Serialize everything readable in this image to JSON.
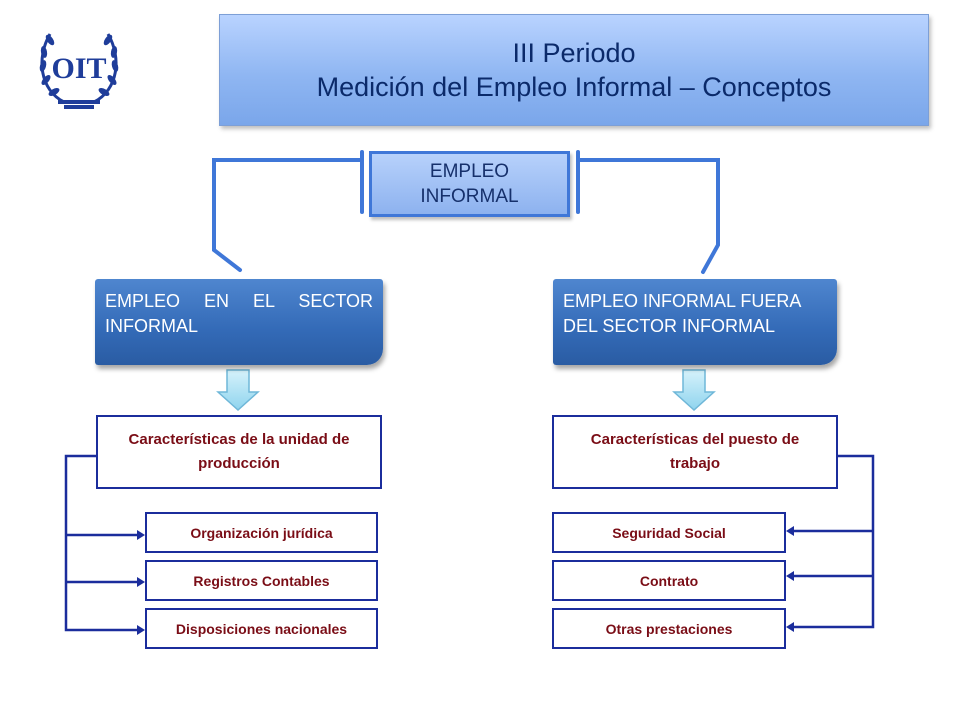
{
  "logo": {
    "text": "OIT",
    "icon": "oit-wreath-logo-icon"
  },
  "header": {
    "title_line1": "III Periodo",
    "title_line2": "Medición del Empleo Informal – Conceptos"
  },
  "top_node": {
    "line1": "EMPLEO",
    "line2": "INFORMAL"
  },
  "left_branch": {
    "label_line1": "EMPLEO EN EL SECTOR",
    "label_line2": "INFORMAL",
    "criteria": "Características de la unidad de producción",
    "items": [
      "Organización jurídica",
      "Registros Contables",
      "Disposiciones nacionales"
    ]
  },
  "right_branch": {
    "label_line1": "EMPLEO INFORMAL FUERA",
    "label_line2": "DEL SECTOR INFORMAL",
    "criteria": "Características del puesto de trabajo",
    "items": [
      "Seguridad Social",
      "Contrato",
      "Otras prestaciones"
    ]
  },
  "colors": {
    "title_text": "#0b2a6a",
    "node_blue": "#336ab7",
    "box_border": "#1b2d9c",
    "criteria_text": "#7a0d16",
    "connector": "#3f77d8"
  }
}
